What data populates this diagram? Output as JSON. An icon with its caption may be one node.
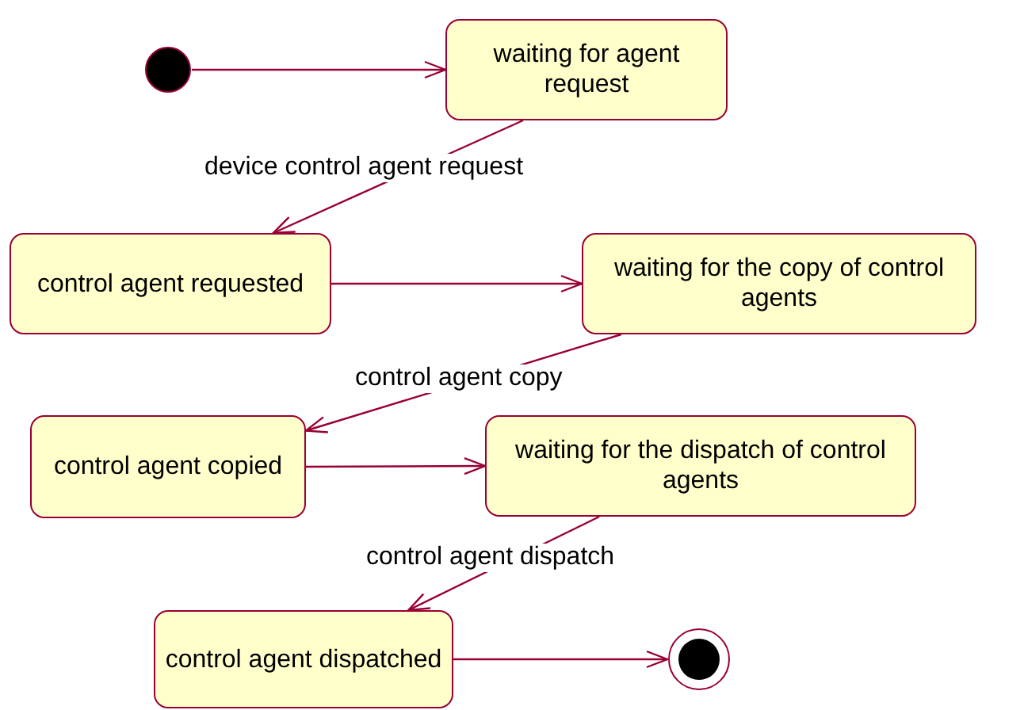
{
  "diagram": {
    "nodes": [
      {
        "text": [],
        "shape": "circle"
      },
      {
        "text": [
          "waiting for agent request"
        ]
      },
      {
        "text": [
          "control agent requested"
        ]
      },
      {
        "text": [
          "waiting for the copy of control agents"
        ]
      },
      {
        "text": [
          "control agent copied"
        ]
      },
      {
        "text": [
          "waiting for the dispatch of control agents"
        ]
      },
      {
        "text": [
          "control agent dispatched"
        ]
      },
      {
        "text": [],
        "shape": "circle"
      }
    ],
    "edges": [
      {
        "from": 0,
        "to": 1,
        "arrow": "to"
      },
      {
        "from": 1,
        "to": 2,
        "arrow": "to",
        "label": "device control agent request"
      },
      {
        "from": 2,
        "to": 3,
        "arrow": "to"
      },
      {
        "from": 3,
        "to": 4,
        "arrow": "to",
        "label": "control agent copy"
      },
      {
        "from": 4,
        "to": 5,
        "arrow": "to"
      },
      {
        "from": 5,
        "to": 6,
        "arrow": "to",
        "label": "control agent dispatch"
      },
      {
        "from": 6,
        "to": 7,
        "arrow": "to"
      }
    ]
  }
}
